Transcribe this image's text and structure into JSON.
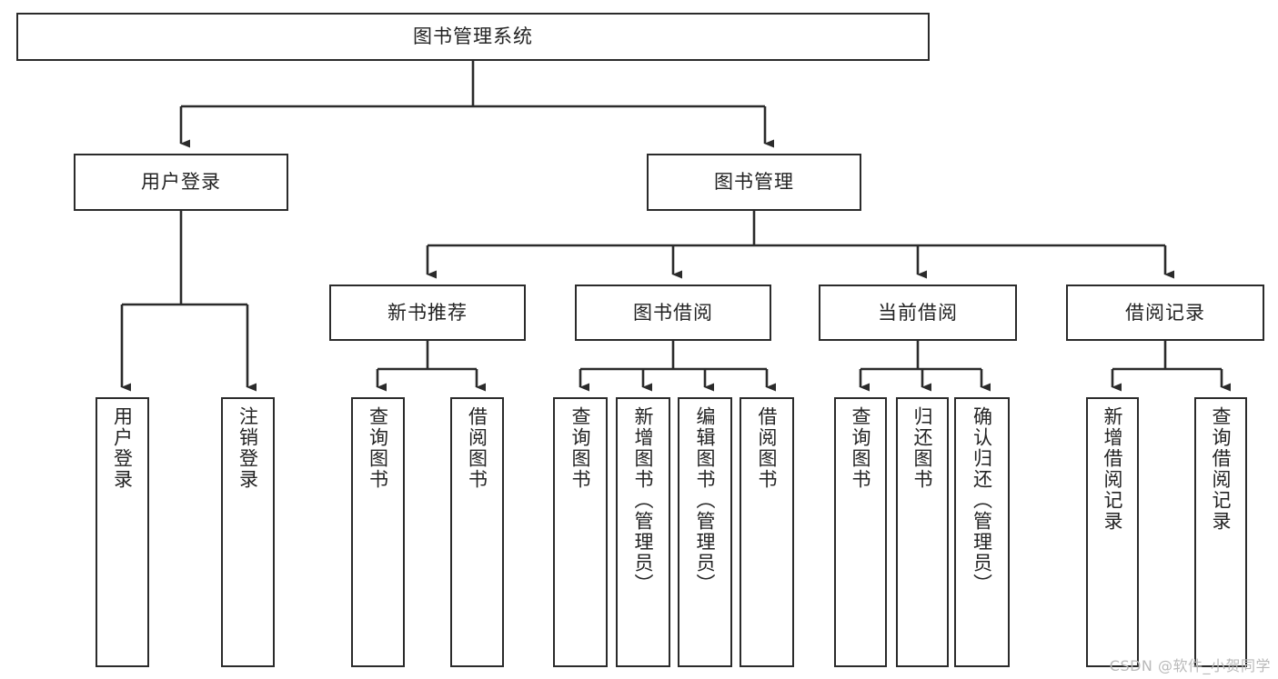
{
  "diagram": {
    "type": "tree",
    "title": "图书管理系统",
    "watermark": "CSDN @软件_小贺同学",
    "colors": {
      "box_border": "#2b2b2b",
      "box_fill": "#ffffff",
      "edge": "#2b2b2b",
      "text": "#232323",
      "watermark": "#b9b9b9",
      "background": "#ffffff"
    },
    "nodes": {
      "root": {
        "label": "图书管理系统"
      },
      "level2": [
        {
          "label": "用户登录"
        },
        {
          "label": "图书管理"
        }
      ],
      "level3": [
        {
          "label": "新书推荐"
        },
        {
          "label": "图书借阅"
        },
        {
          "label": "当前借阅"
        },
        {
          "label": "借阅记录"
        }
      ],
      "leaves_user_login": [
        {
          "label": "用户登录"
        },
        {
          "label": "注销登录"
        }
      ],
      "leaves_new_book": [
        {
          "label": "查询图书"
        },
        {
          "label": "借阅图书"
        }
      ],
      "leaves_borrow": [
        {
          "label": "查询图书"
        },
        {
          "label": "新增图书（管理员）"
        },
        {
          "label": "编辑图书（管理员）"
        },
        {
          "label": "借阅图书"
        }
      ],
      "leaves_current": [
        {
          "label": "查询图书"
        },
        {
          "label": "归还图书"
        },
        {
          "label": "确认归还（管理员）"
        }
      ],
      "leaves_record": [
        {
          "label": "新增借阅记录"
        },
        {
          "label": "查询借阅记录"
        }
      ]
    }
  }
}
